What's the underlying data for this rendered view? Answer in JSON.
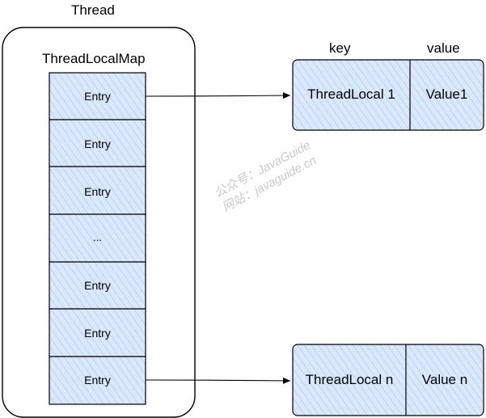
{
  "thread": {
    "title": "Thread"
  },
  "map": {
    "title": "ThreadLocalMap",
    "entries": [
      "Entry",
      "Entry",
      "Entry",
      "...",
      "Entry",
      "Entry",
      "Entry"
    ]
  },
  "table_headers": {
    "key": "key",
    "value": "value"
  },
  "pairs": [
    {
      "key": "ThreadLocal 1",
      "value": "Value1"
    },
    {
      "key": "ThreadLocal n",
      "value": "Value n"
    }
  ],
  "watermark": {
    "line1": "公众号：JavaGuide",
    "line2": "网站：javaguide.cn"
  },
  "colors": {
    "cell_fill": "#dae8fc",
    "stroke": "#000000",
    "hatch": "#bcd2ef"
  }
}
